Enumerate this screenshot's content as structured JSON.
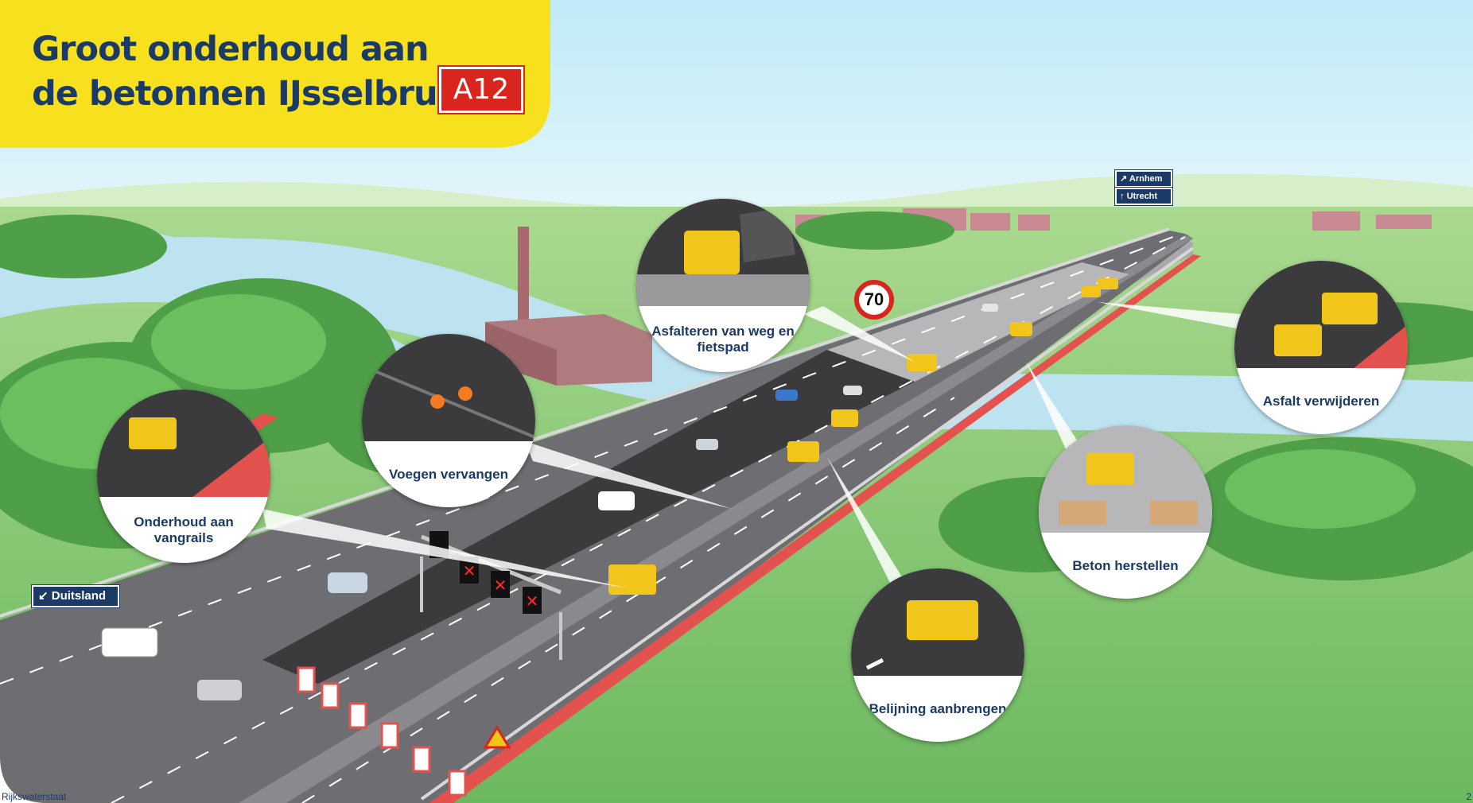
{
  "title": {
    "line1": "Groot onderhoud aan",
    "line2": "de betonnen IJsselbrug"
  },
  "road_badge": "A12",
  "speed_limit": "70",
  "direction_signs": {
    "arnhem": "Arnhem",
    "utrecht": "Utrecht",
    "duitsland": "Duitsland"
  },
  "callouts": {
    "asfalteren": "Asfalteren van weg en fietspad",
    "voegen": "Voegen vervangen",
    "vangrails": "Onderhoud aan vangrails",
    "asfalt_verwijderen": "Asfalt verwijderen",
    "beton": "Beton herstellen",
    "belijning": "Belijning aanbrengen"
  },
  "footer": {
    "brand": "Rijkswaterstaat",
    "page": "2"
  },
  "colors": {
    "title_yellow": "#f7e01e",
    "title_text": "#1b3a66",
    "badge_red": "#d9251d",
    "sky": "#c4ecf8",
    "grass": "#7ec26b",
    "asphalt": "#3b3b3d",
    "cycle_path": "#e3524e",
    "machine_yellow": "#f2c51b"
  },
  "icons": [
    "arrow-down-left-icon",
    "arrow-up-right-icon",
    "arrow-up-icon",
    "x-lane-icon",
    "roadworks-warning-icon",
    "speed-limit-icon"
  ]
}
